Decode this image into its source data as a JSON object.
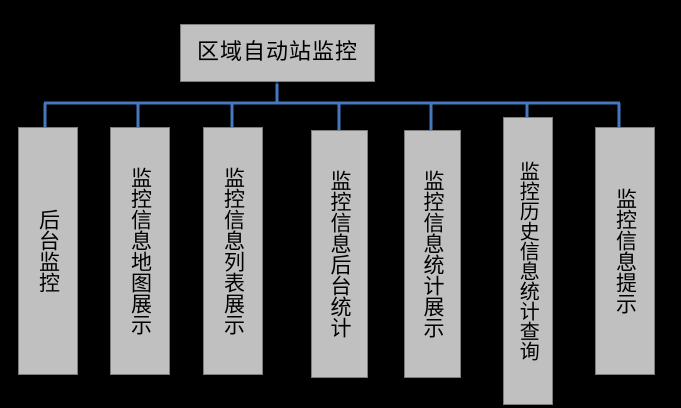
{
  "diagram": {
    "type": "organization-tree",
    "title_node": {
      "label": "区域自动站监控"
    },
    "children": [
      {
        "label": "后台监控"
      },
      {
        "label": "监控信息地图展示"
      },
      {
        "label": "监控信息列表展示"
      },
      {
        "label": "监控信息后台统计"
      },
      {
        "label": "监控信息统计展示"
      },
      {
        "label": "监控历史信息统计查询"
      },
      {
        "label": "监控信息提示"
      }
    ],
    "colors": {
      "background": "#000000",
      "node_fill": "#c0c0c0",
      "node_border": "#7d7d7d",
      "connector": "#4578be",
      "text": "#000000"
    }
  }
}
